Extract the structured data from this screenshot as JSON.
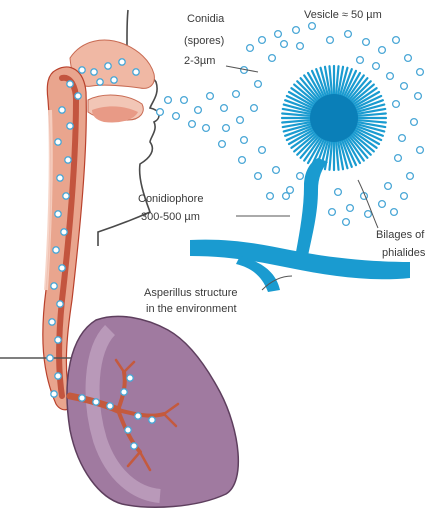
{
  "labels": {
    "conidia_line1": "Conidia",
    "conidia_line2": "(spores)",
    "conidia_line3": "2-3µm",
    "vesicle": "Vesicle ≈ 50 µm",
    "conidiophore_line1": "Conidiophore",
    "conidiophore_line2": "300-500 µm",
    "bilages_line1": "Bilages of",
    "bilages_line2": "phialides",
    "structure_line1": "Asperillus structure",
    "structure_line2": "in the environment"
  },
  "colors": {
    "fungus_blue": "#1a9bd0",
    "vesicle_dark": "#0a7fb8",
    "spore_fill": "#ffffff",
    "spore_stroke": "#4aa7d6",
    "airway_pink": "#e9a58e",
    "airway_dark": "#b9412c",
    "airway_light": "#f6d0c2",
    "lung_purple": "#8e5f8a",
    "lung_light": "#c9a8c9",
    "bronchi": "#c45a3e",
    "outline": "#4a4a4a"
  }
}
